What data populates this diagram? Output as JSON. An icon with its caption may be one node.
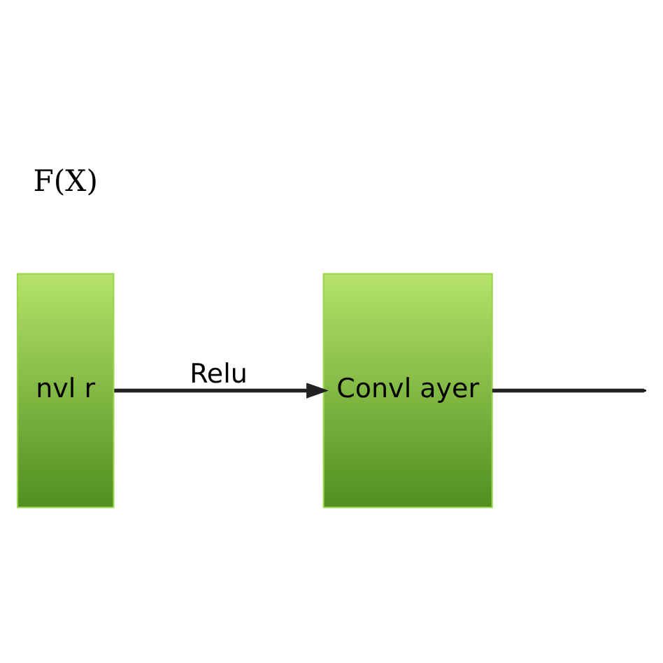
{
  "diagram": {
    "nodes": [
      {
        "text": [
          "nvl r"
        ]
      },
      {
        "text": [
          "Convl ayer"
        ]
      }
    ],
    "edges": [
      {
        "from": 0,
        "to": 1,
        "arrow": "to",
        "label": "Relu"
      },
      {
        "from": 1,
        "to": null,
        "arrow": "none"
      }
    ],
    "labels": [
      "F(X)"
    ]
  }
}
